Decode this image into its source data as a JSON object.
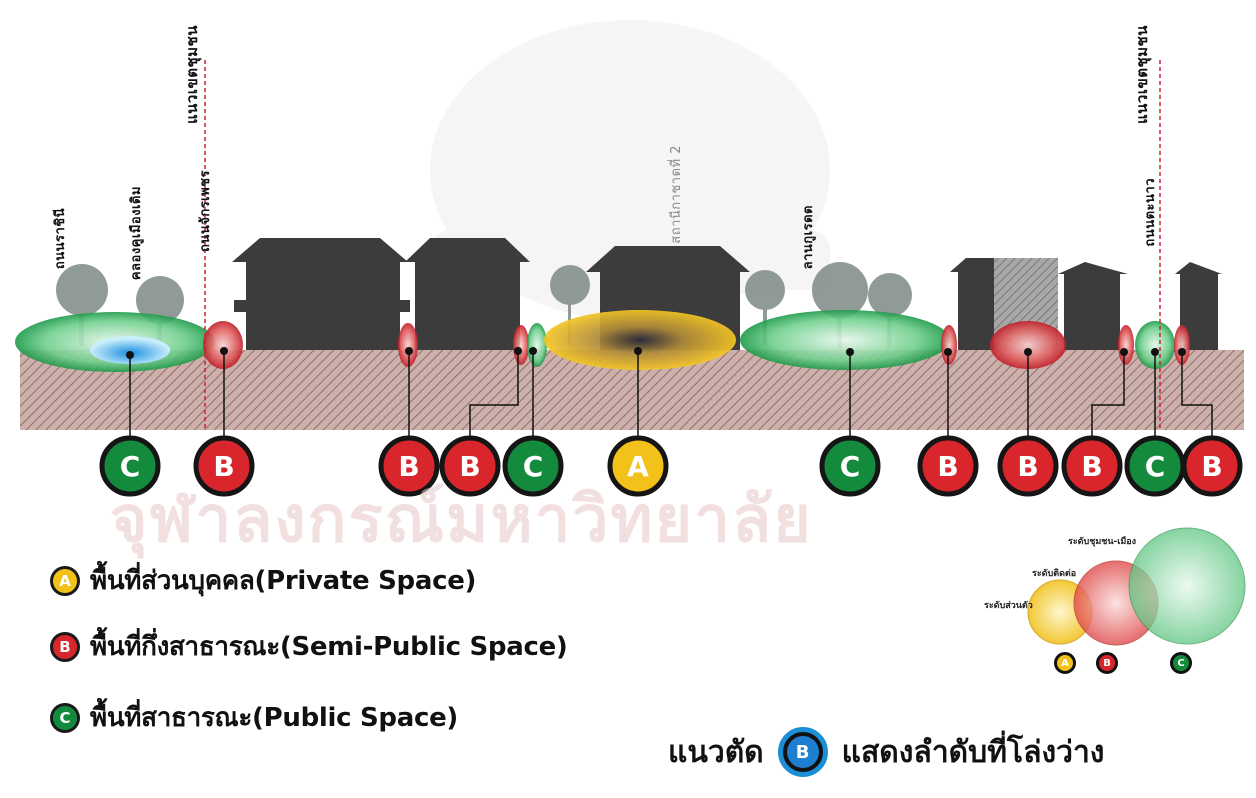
{
  "colors": {
    "A": "#f2c21b",
    "B": "#d8262c",
    "C": "#138a3c",
    "building": "#3b3b3b",
    "ground": "#c9a9a4",
    "hatch": "#8a6b66"
  },
  "vertical_labels": {
    "thanon_ratchini": "ถนนราชินี",
    "khlong": "คลองคูเมืองเดิม",
    "thanon_chakphet": "ถนนจักรเพชร",
    "boundary_left": "แนวเขตชุมชน",
    "lan_sanam": "ลานกูเรดต",
    "school": "สถานีกาชาดที่ 2",
    "thanon_right": "ถนนตะนาว",
    "boundary_right": "แนวเขตชุมชน"
  },
  "markers": [
    "C",
    "B",
    "B",
    "B",
    "C",
    "A",
    "C",
    "B",
    "B",
    "B",
    "C",
    "B"
  ],
  "legend": {
    "A": "พื้นที่ส่วนบุคคล(Private Space)",
    "B": "พื้นที่กึ่งสาธารณะ(Semi-Public Space)",
    "C": "พื้นที่สาธารณะ(Public Space)"
  },
  "scale_legend": {
    "level_private": "ระดับส่วนตัว",
    "level_neighbor": "ระดับติดต่อ",
    "level_community": "ระดับชุมชน-เมือง"
  },
  "section_legend": {
    "left": "แนวตัด",
    "badge": "B",
    "right": "แสดงลำดับที่โล่งว่าง"
  },
  "watermark": "จุฬาลงกรณ์มหาวิทยาลัย"
}
